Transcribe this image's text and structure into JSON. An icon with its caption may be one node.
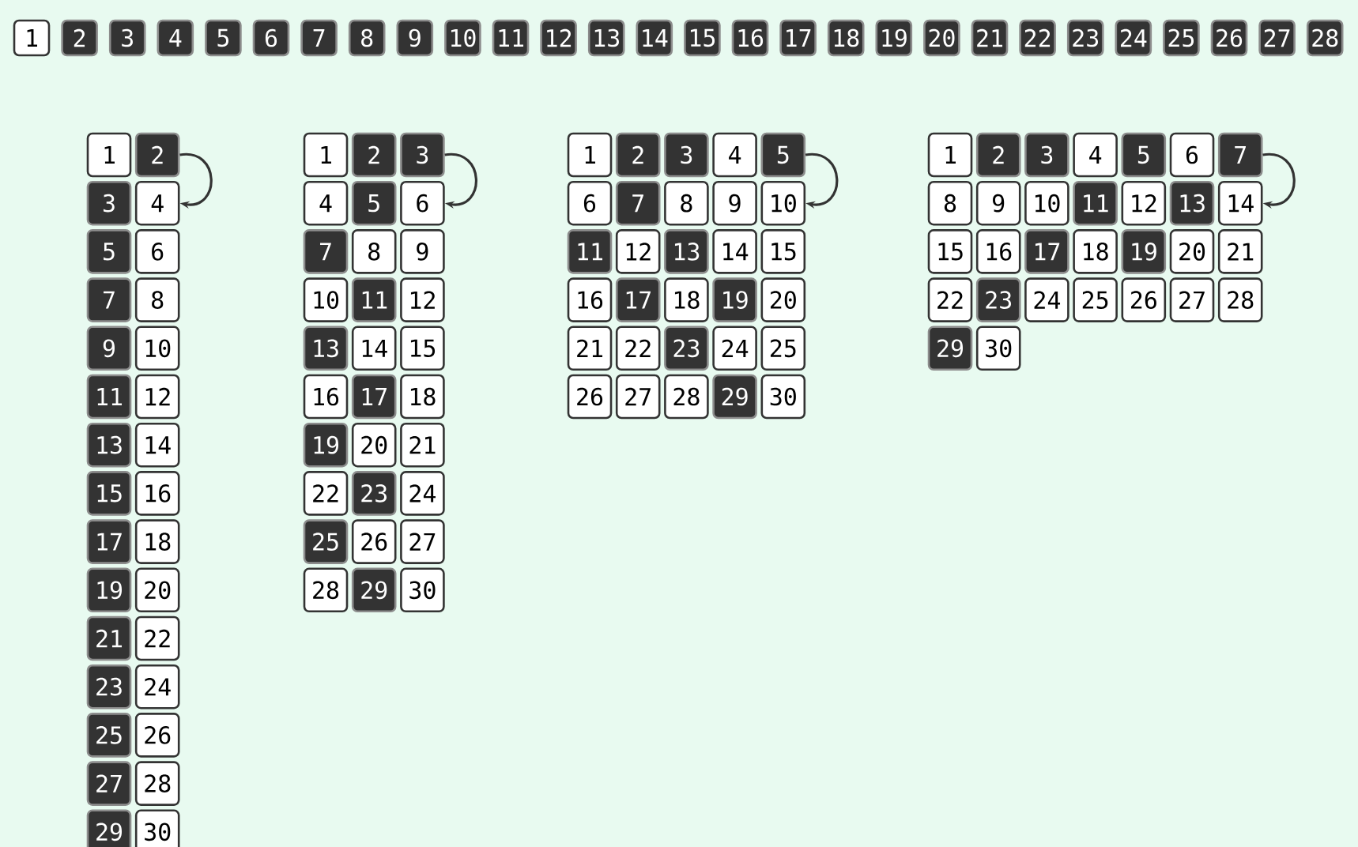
{
  "diagram": {
    "nodes": [
      {
        "text": [
          "1"
        ]
      },
      {
        "text": [
          "2"
        ]
      },
      {
        "text": [
          "3"
        ]
      },
      {
        "text": [
          "4"
        ]
      },
      {
        "text": [
          "5"
        ]
      },
      {
        "text": [
          "6"
        ]
      },
      {
        "text": [
          "7"
        ]
      },
      {
        "text": [
          "8"
        ]
      },
      {
        "text": [
          "9"
        ]
      },
      {
        "text": [
          "10"
        ]
      },
      {
        "text": [
          "11"
        ]
      },
      {
        "text": [
          "12"
        ]
      },
      {
        "text": [
          "13"
        ]
      },
      {
        "text": [
          "14"
        ]
      },
      {
        "text": [
          "15"
        ]
      },
      {
        "text": [
          "16"
        ]
      },
      {
        "text": [
          "17"
        ]
      },
      {
        "text": [
          "18"
        ]
      },
      {
        "text": [
          "19"
        ]
      },
      {
        "text": [
          "20"
        ]
      },
      {
        "text": [
          "21"
        ]
      },
      {
        "text": [
          "22"
        ]
      },
      {
        "text": [
          "23"
        ]
      },
      {
        "text": [
          "24"
        ]
      },
      {
        "text": [
          "25"
        ]
      },
      {
        "text": [
          "26"
        ]
      },
      {
        "text": [
          "27"
        ]
      },
      {
        "text": [
          "28"
        ]
      },
      {
        "text": [
          "1"
        ]
      },
      {
        "text": [
          "2"
        ]
      },
      {
        "text": [
          "3"
        ]
      },
      {
        "text": [
          "4"
        ]
      },
      {
        "text": [
          "5"
        ]
      },
      {
        "text": [
          "6"
        ]
      },
      {
        "text": [
          "7"
        ]
      },
      {
        "text": [
          "8"
        ]
      },
      {
        "text": [
          "9"
        ]
      },
      {
        "text": [
          "10"
        ]
      },
      {
        "text": [
          "11"
        ]
      },
      {
        "text": [
          "12"
        ]
      },
      {
        "text": [
          "13"
        ]
      },
      {
        "text": [
          "14"
        ]
      },
      {
        "text": [
          "15"
        ]
      },
      {
        "text": [
          "16"
        ]
      },
      {
        "text": [
          "17"
        ]
      },
      {
        "text": [
          "18"
        ]
      },
      {
        "text": [
          "19"
        ]
      },
      {
        "text": [
          "20"
        ]
      },
      {
        "text": [
          "21"
        ]
      },
      {
        "text": [
          "22"
        ]
      },
      {
        "text": [
          "23"
        ]
      },
      {
        "text": [
          "24"
        ]
      },
      {
        "text": [
          "25"
        ]
      },
      {
        "text": [
          "26"
        ]
      },
      {
        "text": [
          "27"
        ]
      },
      {
        "text": [
          "28"
        ]
      },
      {
        "text": [
          "29"
        ]
      },
      {
        "text": [
          "30"
        ]
      },
      {
        "text": [
          "1"
        ]
      },
      {
        "text": [
          "2"
        ]
      },
      {
        "text": [
          "3"
        ]
      },
      {
        "text": [
          "4"
        ]
      },
      {
        "text": [
          "5"
        ]
      },
      {
        "text": [
          "6"
        ]
      },
      {
        "text": [
          "7"
        ]
      },
      {
        "text": [
          "8"
        ]
      },
      {
        "text": [
          "9"
        ]
      },
      {
        "text": [
          "10"
        ]
      },
      {
        "text": [
          "11"
        ]
      },
      {
        "text": [
          "12"
        ]
      },
      {
        "text": [
          "13"
        ]
      },
      {
        "text": [
          "14"
        ]
      },
      {
        "text": [
          "15"
        ]
      },
      {
        "text": [
          "16"
        ]
      },
      {
        "text": [
          "17"
        ]
      },
      {
        "text": [
          "18"
        ]
      },
      {
        "text": [
          "19"
        ]
      },
      {
        "text": [
          "20"
        ]
      },
      {
        "text": [
          "21"
        ]
      },
      {
        "text": [
          "22"
        ]
      },
      {
        "text": [
          "23"
        ]
      },
      {
        "text": [
          "24"
        ]
      },
      {
        "text": [
          "25"
        ]
      },
      {
        "text": [
          "26"
        ]
      },
      {
        "text": [
          "27"
        ]
      },
      {
        "text": [
          "28"
        ]
      },
      {
        "text": [
          "29"
        ]
      },
      {
        "text": [
          "30"
        ]
      },
      {
        "text": [
          "1"
        ]
      },
      {
        "text": [
          "2"
        ]
      },
      {
        "text": [
          "3"
        ]
      },
      {
        "text": [
          "4"
        ]
      },
      {
        "text": [
          "5"
        ]
      },
      {
        "text": [
          "6"
        ]
      },
      {
        "text": [
          "7"
        ]
      },
      {
        "text": [
          "8"
        ]
      },
      {
        "text": [
          "9"
        ]
      },
      {
        "text": [
          "10"
        ]
      },
      {
        "text": [
          "11"
        ]
      },
      {
        "text": [
          "12"
        ]
      },
      {
        "text": [
          "13"
        ]
      },
      {
        "text": [
          "14"
        ]
      },
      {
        "text": [
          "15"
        ]
      },
      {
        "text": [
          "16"
        ]
      },
      {
        "text": [
          "17"
        ]
      },
      {
        "text": [
          "18"
        ]
      },
      {
        "text": [
          "19"
        ]
      },
      {
        "text": [
          "20"
        ]
      },
      {
        "text": [
          "21"
        ]
      },
      {
        "text": [
          "22"
        ]
      },
      {
        "text": [
          "23"
        ]
      },
      {
        "text": [
          "24"
        ]
      },
      {
        "text": [
          "25"
        ]
      },
      {
        "text": [
          "26"
        ]
      },
      {
        "text": [
          "27"
        ]
      },
      {
        "text": [
          "28"
        ]
      },
      {
        "text": [
          "29"
        ]
      },
      {
        "text": [
          "30"
        ]
      },
      {
        "text": [
          "1"
        ]
      },
      {
        "text": [
          "2"
        ]
      },
      {
        "text": [
          "3"
        ]
      },
      {
        "text": [
          "4"
        ]
      },
      {
        "text": [
          "5"
        ]
      },
      {
        "text": [
          "6"
        ]
      },
      {
        "text": [
          "7"
        ]
      },
      {
        "text": [
          "8"
        ]
      },
      {
        "text": [
          "9"
        ]
      },
      {
        "text": [
          "10"
        ]
      },
      {
        "text": [
          "11"
        ]
      },
      {
        "text": [
          "12"
        ]
      },
      {
        "text": [
          "13"
        ]
      },
      {
        "text": [
          "14"
        ]
      },
      {
        "text": [
          "15"
        ]
      },
      {
        "text": [
          "16"
        ]
      },
      {
        "text": [
          "17"
        ]
      },
      {
        "text": [
          "18"
        ]
      },
      {
        "text": [
          "19"
        ]
      },
      {
        "text": [
          "20"
        ]
      },
      {
        "text": [
          "21"
        ]
      },
      {
        "text": [
          "22"
        ]
      },
      {
        "text": [
          "23"
        ]
      },
      {
        "text": [
          "24"
        ]
      },
      {
        "text": [
          "25"
        ]
      },
      {
        "text": [
          "26"
        ]
      },
      {
        "text": [
          "27"
        ]
      },
      {
        "text": [
          "28"
        ]
      },
      {
        "text": [
          "29"
        ]
      },
      {
        "text": [
          "30"
        ]
      }
    ],
    "edges": [
      {
        "from": 29,
        "to": 31,
        "arrow": "to"
      },
      {
        "from": 60,
        "to": 63,
        "arrow": "to"
      },
      {
        "from": 92,
        "to": 97,
        "arrow": "to"
      },
      {
        "from": 124,
        "to": 131,
        "arrow": "to"
      }
    ]
  }
}
